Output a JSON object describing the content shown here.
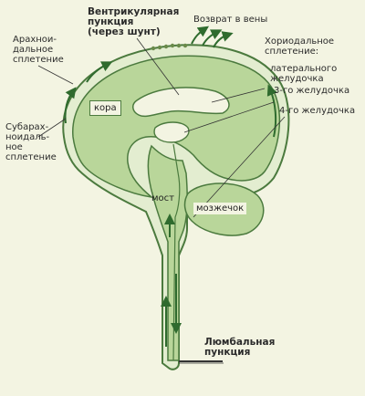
{
  "labels": {
    "ventricular_puncture": "Вентрикулярная\nпункция\n(через шунт)",
    "return_to_veins": "Возврат в вены",
    "arachnoid_plexus": "Арахнои-\nдальное\nсплетение",
    "choroid_plexus": "Хориодальное\nсплетение:",
    "lateral_ventricle": "латерального\nжелудочка",
    "third_ventricle": "3-го желудочка",
    "fourth_ventricle": "4-го желудочка",
    "cortex": "кора",
    "subarachnoid_plexus": "Субарах-\nноидаль-\nное\nсплетение",
    "pons": "мост",
    "cerebellum": "мозжечок",
    "lumbar_puncture": "Люмбальная\nпункция"
  },
  "colors": {
    "brain_fill": "#b9d69a",
    "outline": "#4b7a3e",
    "arrow": "#2f6b2e",
    "background": "#f3f4e2",
    "line": "#333333"
  }
}
